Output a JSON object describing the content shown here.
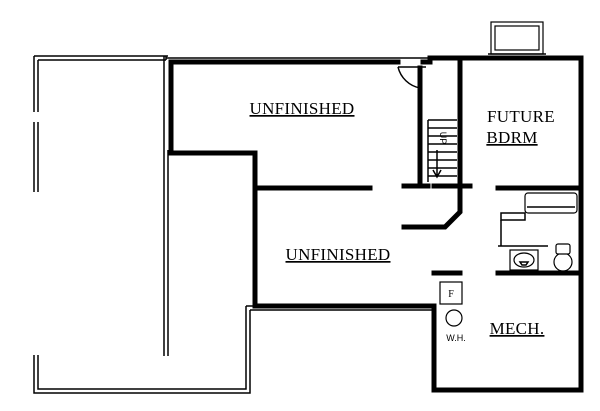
{
  "rooms": {
    "unfinished_top": "UNFINISHED",
    "unfinished_bottom": "UNFINISHED",
    "future_bdrm_line1": "FUTURE",
    "future_bdrm_line2": "BDRM",
    "mech": "MECH."
  },
  "stair_label": "UP",
  "furnace_label": "F",
  "water_heater_label": "W.H."
}
